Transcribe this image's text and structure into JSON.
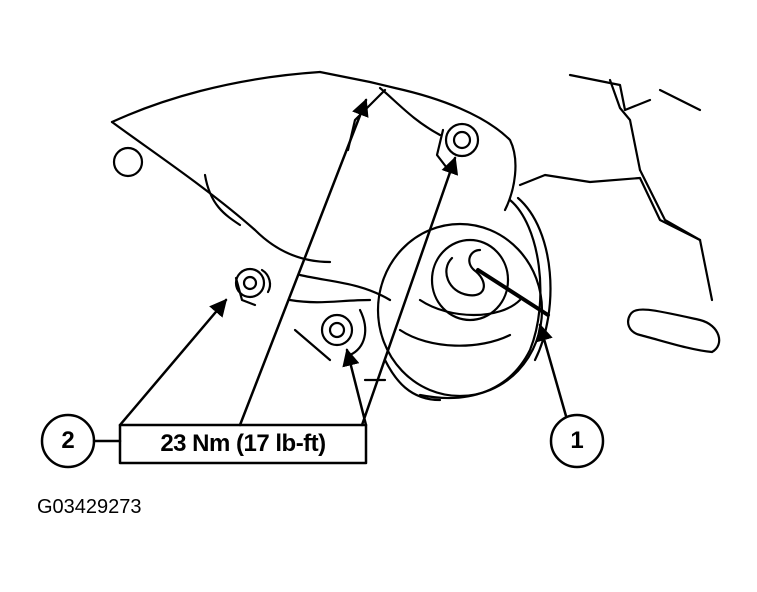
{
  "callouts": [
    {
      "number": "2",
      "refers_to": "bolts"
    },
    {
      "number": "1",
      "refers_to": "component"
    }
  ],
  "torque_spec": "23 Nm (17 lb-ft)",
  "figure_code": "G03429273",
  "colors": {
    "line": "#000000",
    "background": "#ffffff"
  }
}
